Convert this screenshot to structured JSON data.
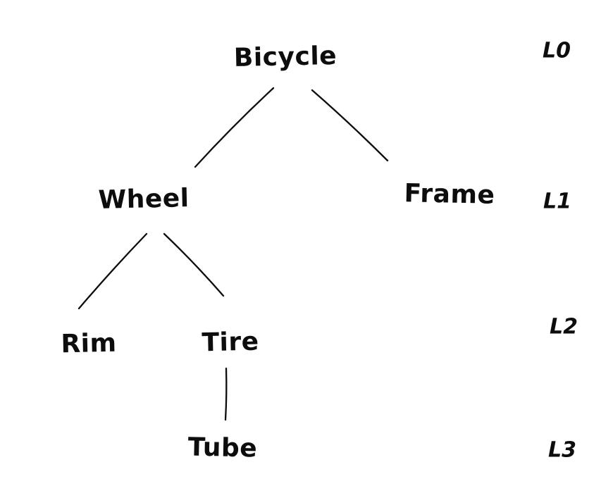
{
  "diagram": {
    "type": "tree",
    "root": "Bicycle",
    "nodes": [
      {
        "id": "bicycle",
        "label": "Bicycle",
        "level": 0
      },
      {
        "id": "wheel",
        "label": "Wheel",
        "level": 1
      },
      {
        "id": "frame",
        "label": "Frame",
        "level": 1
      },
      {
        "id": "rim",
        "label": "Rim",
        "level": 2
      },
      {
        "id": "tire",
        "label": "Tire",
        "level": 2
      },
      {
        "id": "tube",
        "label": "Tube",
        "level": 3
      }
    ],
    "edges": [
      {
        "from": "Bicycle",
        "to": "Wheel"
      },
      {
        "from": "Bicycle",
        "to": "Frame"
      },
      {
        "from": "Wheel",
        "to": "Rim"
      },
      {
        "from": "Wheel",
        "to": "Tire"
      },
      {
        "from": "Tire",
        "to": "Tube"
      }
    ],
    "level_labels": [
      {
        "label": "L0"
      },
      {
        "label": "L1"
      },
      {
        "label": "L2"
      },
      {
        "label": "L3"
      }
    ]
  },
  "colors": {
    "ink": "#0d0d0d",
    "background": "#ffffff"
  }
}
